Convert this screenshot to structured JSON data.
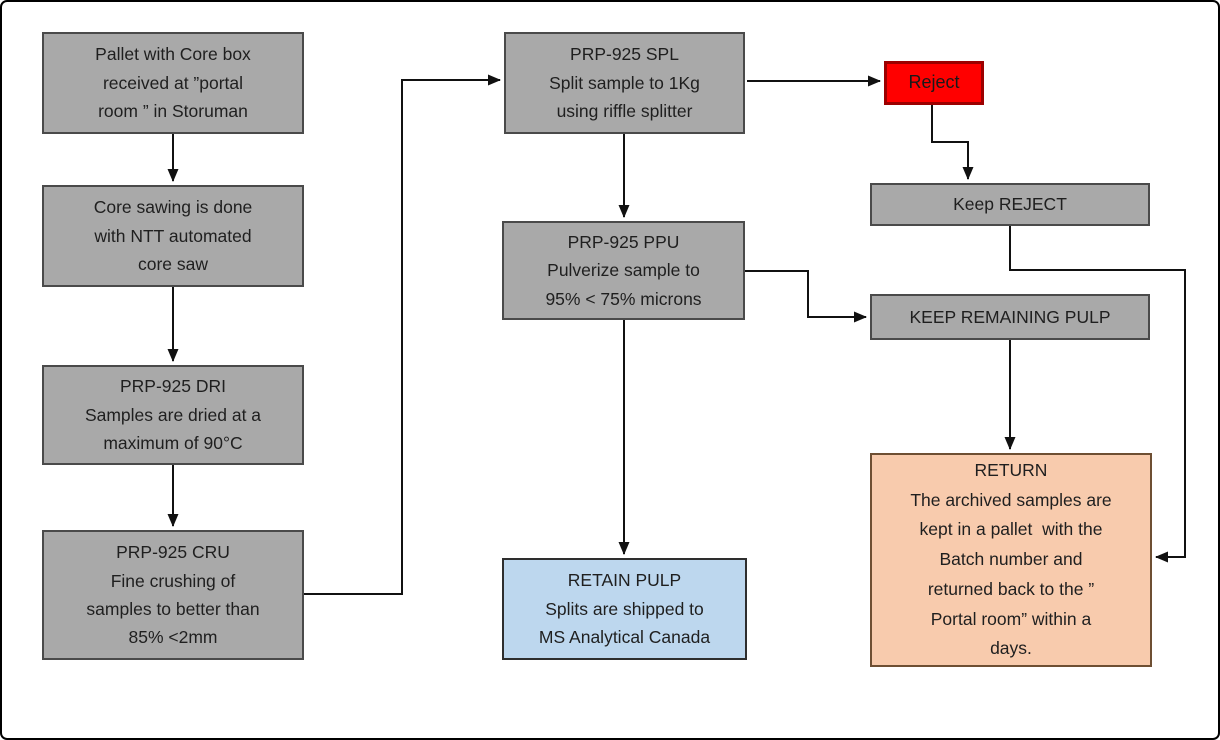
{
  "diagram": {
    "title_hint": "Sample preparation flowchart",
    "palette": {
      "box_gray": "#a9a9a9",
      "box_blue": "#bdd7ee",
      "box_peach": "#f8cbad",
      "box_red": "#ff0000",
      "line_black": "#111111",
      "frame_black": "#000000"
    },
    "nodes": {
      "pallet": {
        "text": "Pallet with Core box\nreceived at ”portal\nroom ” in Storuman"
      },
      "core_sawing": {
        "text": "Core sawing is done\nwith NTT automated\ncore saw"
      },
      "dri": {
        "text": "PRP-925 DRI\nSamples are dried at a\nmaximum of 90°C"
      },
      "cru": {
        "text": "PRP-925 CRU\nFine crushing of\nsamples to better than\n85% <2mm"
      },
      "spl": {
        "text": "PRP-925 SPL\nSplit sample to 1Kg\nusing riffle splitter"
      },
      "ppu": {
        "text": "PRP-925 PPU\nPulverize sample to\n95% < 75% microns"
      },
      "retain_pulp": {
        "text": "RETAIN PULP\nSplits are shipped to\nMS Analytical Canada"
      },
      "reject": {
        "text": "Reject"
      },
      "keep_reject": {
        "text": "Keep REJECT"
      },
      "keep_remaining_pulp": {
        "text": "KEEP REMAINING PULP"
      },
      "return": {
        "text": "RETURN\nThe archived samples are\nkept in a pallet  with the\nBatch number and\nreturned back to the ”\nPortal room” within a\ndays."
      }
    },
    "edges": [
      {
        "from": "pallet",
        "to": "core_sawing"
      },
      {
        "from": "core_sawing",
        "to": "dri"
      },
      {
        "from": "dri",
        "to": "cru"
      },
      {
        "from": "cru",
        "to": "spl"
      },
      {
        "from": "spl",
        "to": "ppu"
      },
      {
        "from": "spl",
        "to": "reject"
      },
      {
        "from": "reject",
        "to": "keep_reject"
      },
      {
        "from": "ppu",
        "to": "keep_remaining_pulp"
      },
      {
        "from": "ppu",
        "to": "retain_pulp"
      },
      {
        "from": "keep_remaining_pulp",
        "to": "return"
      },
      {
        "from": "keep_reject",
        "to": "return"
      }
    ]
  }
}
